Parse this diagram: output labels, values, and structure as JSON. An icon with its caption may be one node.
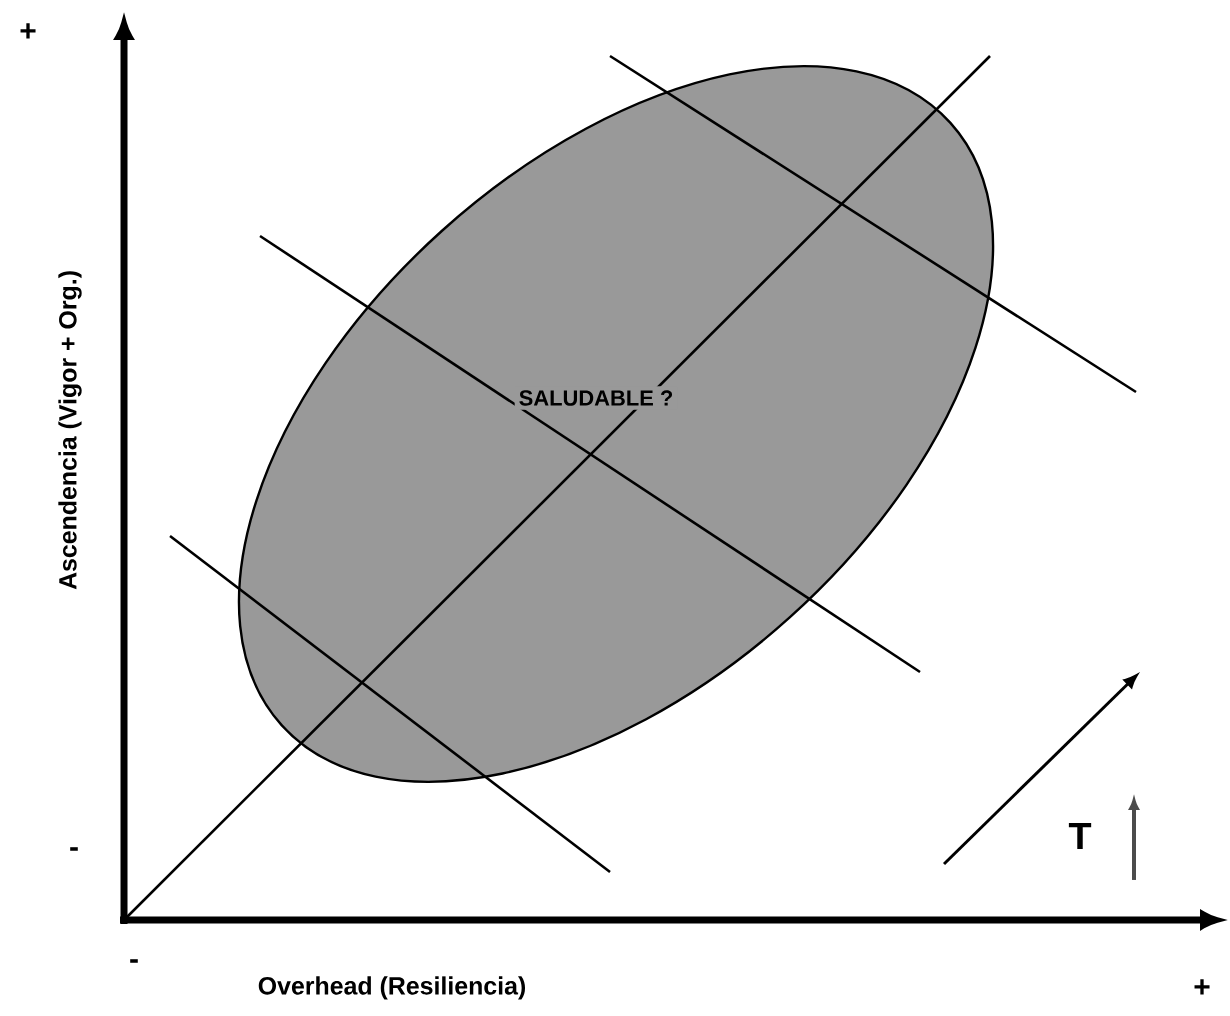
{
  "diagram": {
    "nodes": [
      {
        "text": [
          "SALUDABLE ?"
        ]
      }
    ],
    "labels": [
      "+",
      "Ascendencia (Vigor + Org.)",
      "T",
      "-",
      "-",
      "Overhead (Resiliencia)",
      "+"
    ]
  }
}
